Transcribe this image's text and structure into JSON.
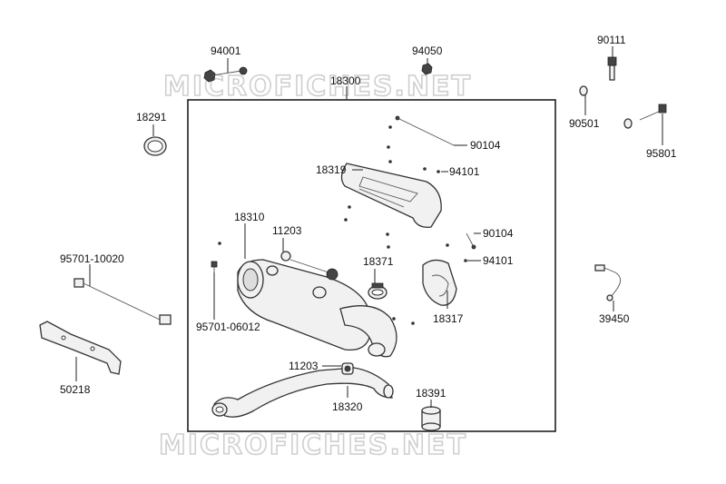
{
  "watermark": "MICROFICHES.NET",
  "parts": {
    "p94001": "94001",
    "p94050": "94050",
    "p90111": "90111",
    "p18300": "18300",
    "p18291": "18291",
    "p90501": "90501",
    "p95801": "95801",
    "p90104a": "90104",
    "p18319": "18319",
    "p94101a": "94101",
    "p18310": "18310",
    "p11203a": "11203",
    "p90104b": "90104",
    "p95701_10020": "95701-10020",
    "p18371": "18371",
    "p94101b": "94101",
    "p18317": "18317",
    "p39450": "39450",
    "p95701_06012": "95701-06012",
    "p50218": "50218",
    "p11203b": "11203",
    "p18320": "18320",
    "p18391": "18391"
  }
}
